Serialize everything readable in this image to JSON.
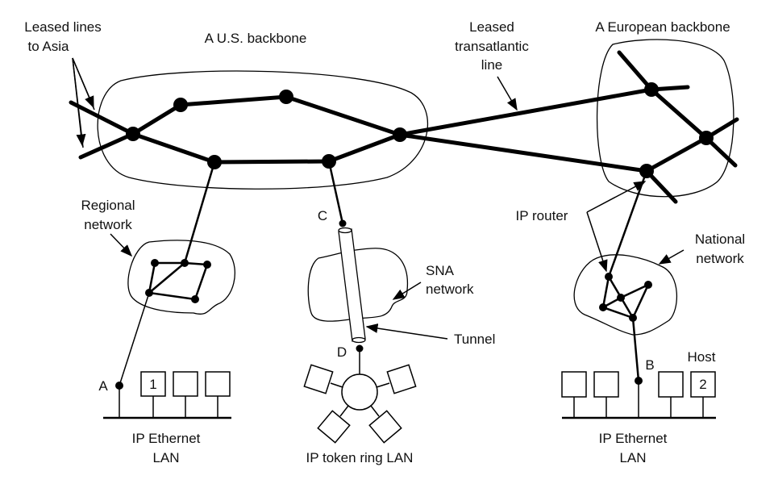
{
  "labels": {
    "leased_lines_1": "Leased lines",
    "leased_lines_2": "to Asia",
    "us_backbone": "A U.S. backbone",
    "transatlantic_1": "Leased",
    "transatlantic_2": "transatlantic",
    "transatlantic_3": "line",
    "european_backbone": "A European backbone",
    "regional_1": "Regional",
    "regional_2": "network",
    "ip_router": "IP router",
    "national_1": "National",
    "national_2": "network",
    "sna_1": "SNA",
    "sna_2": "network",
    "tunnel": "Tunnel",
    "host": "Host",
    "point_a": "A",
    "point_b": "B",
    "point_c": "C",
    "point_d": "D",
    "host_1": "1",
    "host_2": "2",
    "left_lan_1": "IP Ethernet",
    "left_lan_2": "LAN",
    "token_ring_lan": "IP token ring LAN",
    "right_lan_1": "IP Ethernet",
    "right_lan_2": "LAN"
  }
}
